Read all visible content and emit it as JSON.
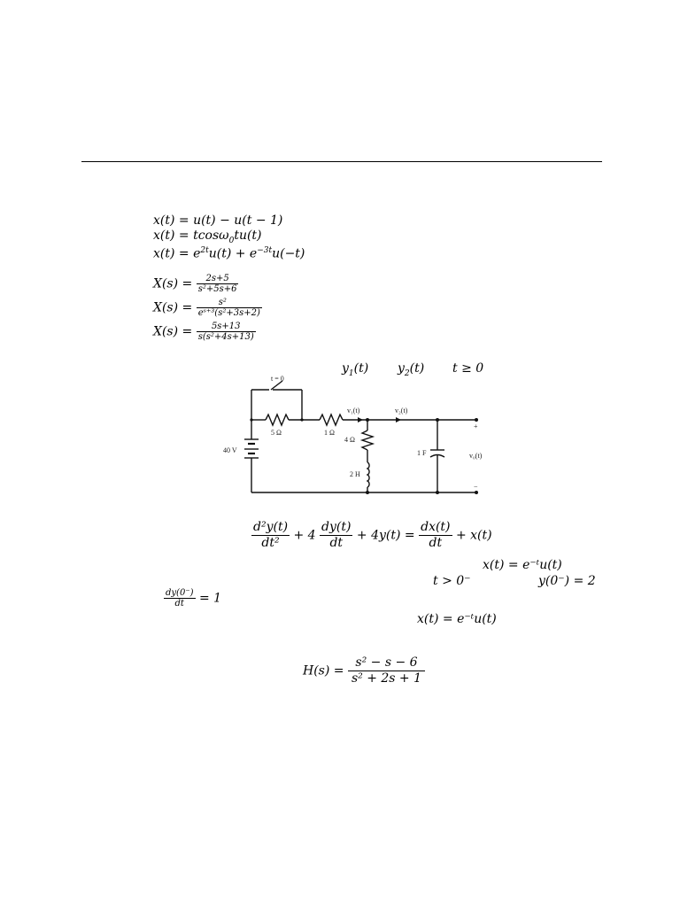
{
  "problem1": {
    "eq1": "x(t) = u(t) − u(t − 1)",
    "eq2_a": "x(t) = tcosω",
    "eq2_sub": "0",
    "eq2_b": "tu(t)",
    "eq3_a": "x(t) = e",
    "eq3_exp1": "2t",
    "eq3_b": "u(t) + e",
    "eq3_exp2": "−3t",
    "eq3_c": "u(−t)"
  },
  "problem2": {
    "lhs": "X(s) =",
    "f1_num": "2s+5",
    "f1_den": "s²+5s+6",
    "f2_num": "s²",
    "f2_den": "eˢ⁺³(s²+3s+2)",
    "f3_num": "5s+13",
    "f3_den": "s(s²+4s+13)"
  },
  "problem3": {
    "y1": "y",
    "y1_sub": "1",
    "y1_rest": "(t)",
    "y2": "y",
    "y2_sub": "2",
    "y2_rest": "(t)",
    "t_cond": "t  ≥  0",
    "circuit": {
      "switch_label": "t = 0",
      "r1": "5 Ω",
      "r2": "1 Ω",
      "r3": "4 Ω",
      "l1": "2 H",
      "c1": "1 F",
      "source": "40 V",
      "node1": "v₁(t)",
      "node2": "v₂(t)",
      "out": "v₀(t)",
      "plus": "+",
      "minus": "−"
    }
  },
  "problem4": {
    "d2_num": "d²y(t)",
    "d2_den": "dt²",
    "plus4": "+ 4",
    "d1_num": "dy(t)",
    "d1_den": "dt",
    "plus4y": "+ 4y(t) =",
    "dx_num": "dx(t)",
    "dx_den": "dt",
    "plusx": "+ x(t)",
    "input": "x(t) = e⁻ᵗu(t)",
    "t_range": "t > 0⁻",
    "y0": "y(0⁻) = 2",
    "dy0_num": "dy(0⁻)",
    "dy0_den": "dt",
    "dy0_rhs": "= 1",
    "input2": "x(t) = e⁻ᵗu(t)"
  },
  "problem5": {
    "lhs": "H(s) =",
    "num": "s² − s − 6",
    "den": "s² + 2s + 1"
  }
}
